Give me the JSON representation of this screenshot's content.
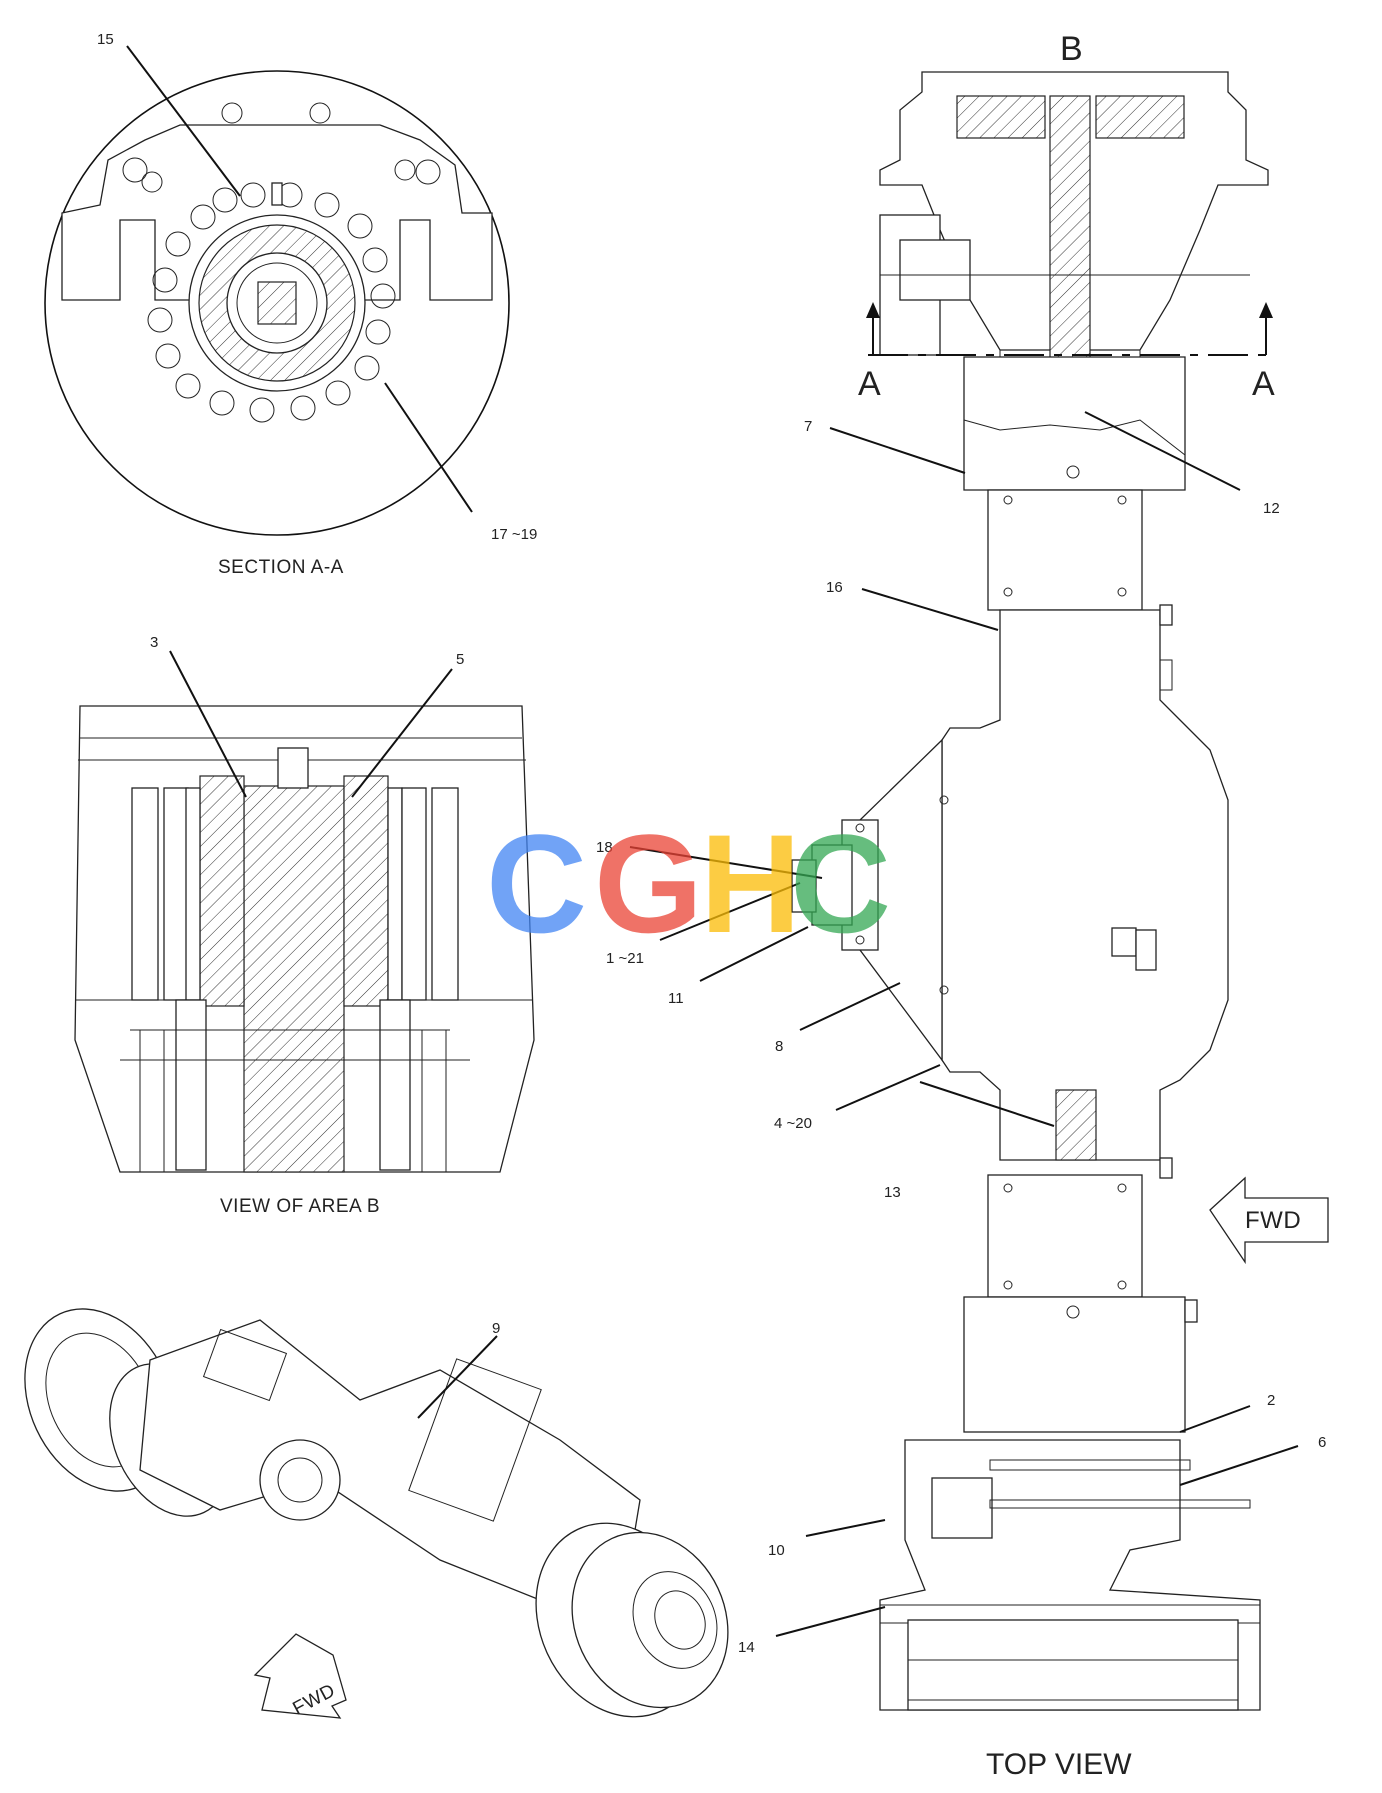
{
  "labels": {
    "section_title": "SECTION A-A",
    "area_title": "VIEW OF AREA B",
    "top_view_title": "TOP VIEW",
    "view_letter_b": "B",
    "section_letter_a_left": "A",
    "section_letter_a_right": "A",
    "fwd_main": "FWD",
    "fwd_iso": "FWD"
  },
  "callouts": {
    "c1_21": "1 ~21",
    "c2": "2",
    "c3": "3",
    "c4_20": "4 ~20",
    "c5": "5",
    "c6": "6",
    "c7": "7",
    "c8": "8",
    "c9": "9",
    "c10": "10",
    "c11": "11",
    "c12": "12",
    "c13": "13",
    "c14": "14",
    "c15": "15",
    "c16": "16",
    "c17_19": "17 ~19",
    "c18": "18"
  },
  "watermark": {
    "letters": [
      "C",
      "G",
      "H",
      "C"
    ],
    "colors": [
      "#4285F4",
      "#EA4335",
      "#FBBC05",
      "#34A853"
    ]
  }
}
